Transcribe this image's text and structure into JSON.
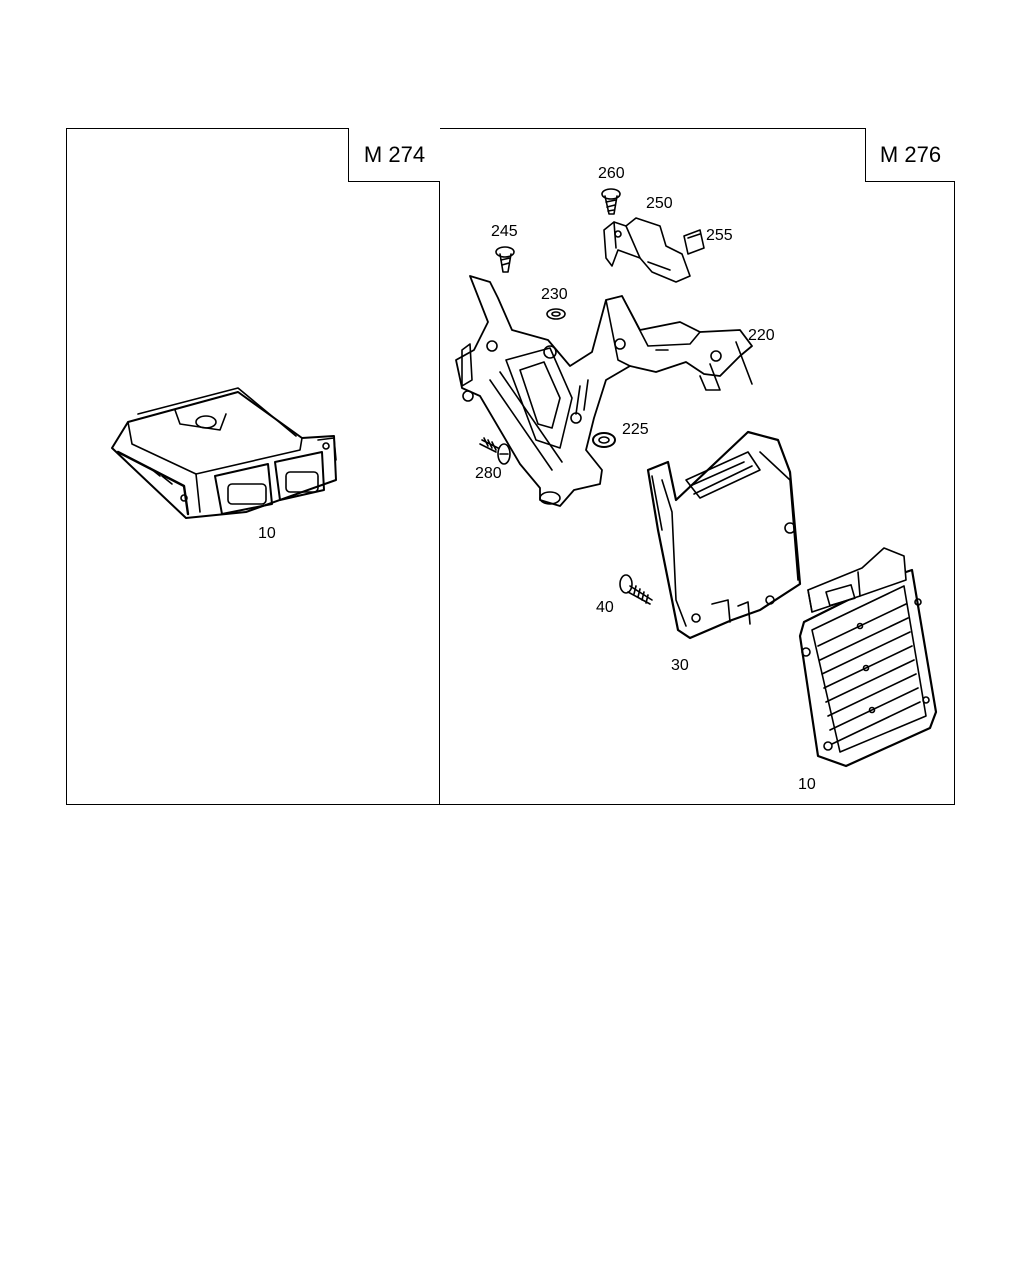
{
  "panels": {
    "left": {
      "model": "M 274"
    },
    "right": {
      "model": "M 276"
    }
  },
  "callouts": {
    "left_ecu": "10",
    "screw_260": "260",
    "bracket_250": "250",
    "clip_255": "255",
    "screw_245": "245",
    "grommet_230": "230",
    "bracket_220": "220",
    "grommet_225": "225",
    "bolt_280": "280",
    "bolt_40": "40",
    "cover_30": "30",
    "right_ecu": "10"
  }
}
